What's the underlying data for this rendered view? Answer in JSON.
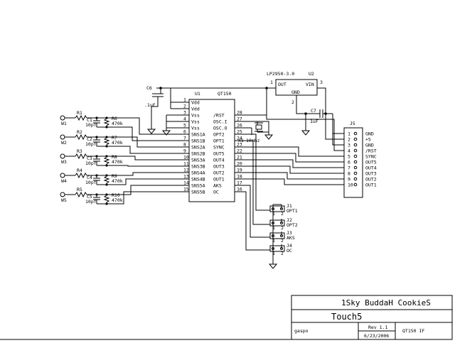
{
  "regulator": {
    "part": "LP2950-3.0",
    "ref": "U2",
    "pin_out": "OUT",
    "pin_vin": "VIN",
    "pin_gnd": "GND",
    "n1": "1",
    "n2": "2",
    "n3": "3"
  },
  "u1": {
    "ref": "U1",
    "part": "QT150",
    "left_pins": [
      {
        "num": "1",
        "name": "Vdd"
      },
      {
        "num": "2",
        "name": "Vdd"
      },
      {
        "num": "3",
        "name": "Vss"
      },
      {
        "num": "4",
        "name": "Vss"
      },
      {
        "num": "5",
        "name": "Vss"
      },
      {
        "num": "6",
        "name": "SNS1A"
      },
      {
        "num": "7",
        "name": "SNS1B"
      },
      {
        "num": "8",
        "name": "SNS2A"
      },
      {
        "num": "9",
        "name": "SNS2B"
      },
      {
        "num": "10",
        "name": "SNS3A"
      },
      {
        "num": "11",
        "name": "SNS3B"
      },
      {
        "num": "12",
        "name": "SNS4A"
      },
      {
        "num": "13",
        "name": "SNS4B"
      },
      {
        "num": "14",
        "name": "SNS5A"
      },
      {
        "num": "15",
        "name": "SNS5B"
      }
    ],
    "right_pins": [
      {
        "num": "28",
        "name": "/RST"
      },
      {
        "num": "27",
        "name": "OSC.I"
      },
      {
        "num": "26",
        "name": "OSC.O"
      },
      {
        "num": "25",
        "name": "OPT2"
      },
      {
        "num": "24",
        "name": "OPT1"
      },
      {
        "num": "23",
        "name": "SYNC"
      },
      {
        "num": "22",
        "name": "OUT5"
      },
      {
        "num": "21",
        "name": "OUT4"
      },
      {
        "num": "20",
        "name": "OUT3"
      },
      {
        "num": "19",
        "name": "OUT2"
      },
      {
        "num": "18",
        "name": "OUT1"
      },
      {
        "num": "17",
        "name": "AKS"
      },
      {
        "num": "16",
        "name": "OC"
      }
    ]
  },
  "c6": {
    "ref": "C6",
    "value": ".1uF"
  },
  "c7": {
    "ref": "C7",
    "value": "1uF"
  },
  "crystal": {
    "ref": "X1",
    "value": "10mhz"
  },
  "channels": [
    {
      "w": "W1",
      "r": "R1",
      "c": "C1",
      "cv": "10pf",
      "rr": "R6",
      "rv": "470k"
    },
    {
      "w": "W2",
      "r": "R2",
      "c": "C2",
      "cv": "10pf",
      "rr": "R7",
      "rv": "470k"
    },
    {
      "w": "W3",
      "r": "R3",
      "c": "C3",
      "cv": "10pf",
      "rr": "R8",
      "rv": "470k"
    },
    {
      "w": "W4",
      "r": "R4",
      "c": "C4",
      "cv": "10pf",
      "rr": "R9",
      "rv": "470k"
    },
    {
      "w": "W5",
      "r": "R5",
      "c": "C5",
      "cv": "10pf",
      "rr": "R10",
      "rv": "470k"
    }
  ],
  "jumpers": [
    {
      "ref": "J1",
      "label": "OPT1",
      "a": "1",
      "b": "2"
    },
    {
      "ref": "J2",
      "label": "OPT2",
      "a": "1",
      "b": "2"
    },
    {
      "ref": "J3",
      "label": "AKS",
      "a": "1",
      "b": "2"
    },
    {
      "ref": "J4",
      "label": "OC",
      "a": "1",
      "b": "2"
    }
  ],
  "j5": {
    "ref": "J5",
    "pins": [
      {
        "num": "1",
        "name": "GND"
      },
      {
        "num": "2",
        "name": "+5"
      },
      {
        "num": "3",
        "name": "GND"
      },
      {
        "num": "4",
        "name": "/RST"
      },
      {
        "num": "5",
        "name": "SYNC"
      },
      {
        "num": "6",
        "name": "OUT5"
      },
      {
        "num": "7",
        "name": "OUT4"
      },
      {
        "num": "8",
        "name": "OUT3"
      },
      {
        "num": "9",
        "name": "OUT2"
      },
      {
        "num": "10",
        "name": "OUT1"
      }
    ]
  },
  "title_block": {
    "company": "1Sky BuddaH CookieS",
    "title": "Touch5",
    "author": "gaspo",
    "rev": "Rev 1.1",
    "date": "6/23/2006",
    "sheet": "QT150 IF"
  }
}
